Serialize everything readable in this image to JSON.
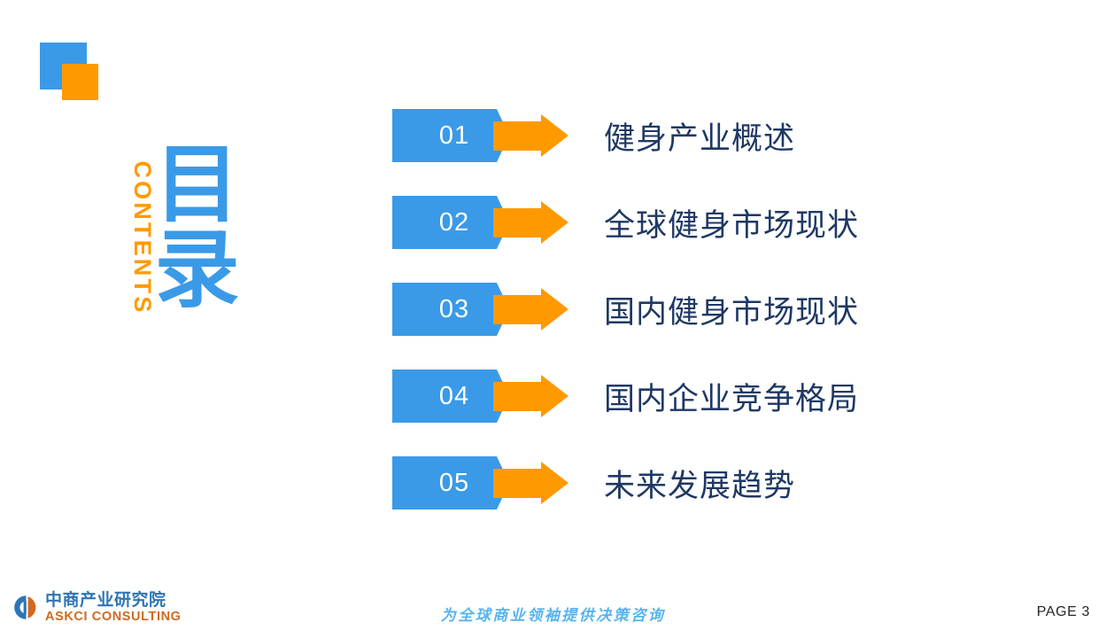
{
  "slide": {
    "heading_cn": "目录",
    "heading_en": "CONTENTS",
    "accent_blue": "#3A9AE8",
    "accent_orange": "#FF9900",
    "title_navy": "#1F3864",
    "background": "#FFFFFF"
  },
  "agenda": {
    "items": [
      {
        "number": "01",
        "title": "健身产业概述"
      },
      {
        "number": "02",
        "title": "全球健身市场现状"
      },
      {
        "number": "03",
        "title": "国内健身市场现状"
      },
      {
        "number": "04",
        "title": "国内企业竞争格局"
      },
      {
        "number": "05",
        "title": "未来发展趋势"
      }
    ]
  },
  "footer": {
    "brand_cn": "中商产业研究院",
    "brand_en": "ASKCI CONSULTING",
    "brand_mark_icon": "askci-circle-logo-icon",
    "tagline": "为全球商业领袖提供决策咨询",
    "page_label": "PAGE  3"
  }
}
